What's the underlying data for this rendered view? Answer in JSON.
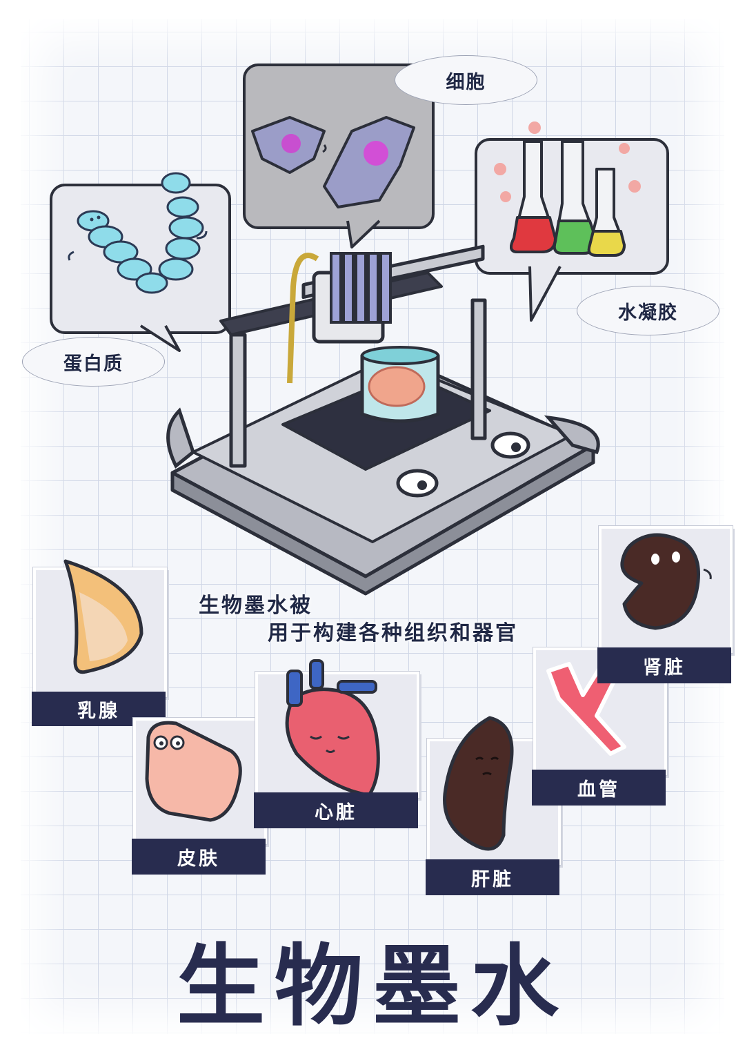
{
  "ingredients": {
    "cell": "细胞",
    "protein": "蛋白质",
    "hydrogel": "水凝胶"
  },
  "caption": {
    "line1": "生物墨水被",
    "line2": "用于构建各种组织和器官"
  },
  "organs": {
    "breast": "乳腺",
    "skin": "皮肤",
    "heart": "心脏",
    "liver": "肝脏",
    "vessel": "血管",
    "kidney": "肾脏"
  },
  "title": "生物墨水",
  "colors": {
    "navy": "#282c4f",
    "label_text": "#ffffff",
    "grid_line": "#cfd6e6"
  }
}
